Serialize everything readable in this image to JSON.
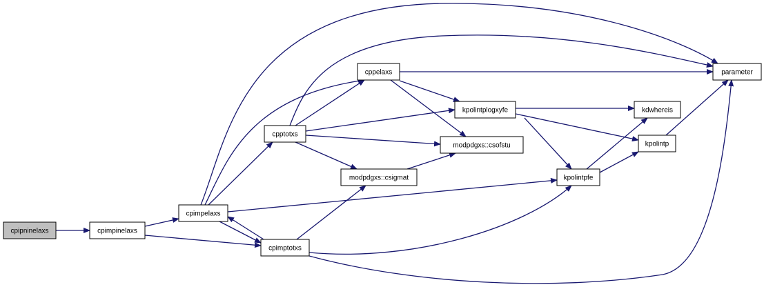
{
  "diagram": {
    "type": "call-graph",
    "colors": {
      "edge": "#191970",
      "root_fill": "#bfbfbf",
      "node_fill": "#ffffff",
      "border": "#000000"
    },
    "nodes": [
      {
        "id": "cpipninelaxs",
        "label": "cpipninelaxs",
        "root": true
      },
      {
        "id": "cpimpinelaxs",
        "label": "cpimpinelaxs"
      },
      {
        "id": "cpimpelaxs",
        "label": "cpimpelaxs"
      },
      {
        "id": "cpimptotxs",
        "label": "cpimptotxs"
      },
      {
        "id": "cpptotxs",
        "label": "cpptotxs"
      },
      {
        "id": "cppelaxs",
        "label": "cppelaxs"
      },
      {
        "id": "modpdgxs_csigmat",
        "label": "modpdgxs::csigmat"
      },
      {
        "id": "modpdgxs_csofstu",
        "label": "modpdgxs::csofstu"
      },
      {
        "id": "kpolintplogxyfe",
        "label": "kpolintplogxyfe"
      },
      {
        "id": "kpolintpfe",
        "label": "kpolintpfe"
      },
      {
        "id": "kdwhereis",
        "label": "kdwhereis"
      },
      {
        "id": "kpolintp",
        "label": "kpolintp"
      },
      {
        "id": "parameter",
        "label": "parameter"
      }
    ],
    "edges": [
      {
        "from": "cpipninelaxs",
        "to": "cpimpinelaxs"
      },
      {
        "from": "cpimpinelaxs",
        "to": "cpimpelaxs"
      },
      {
        "from": "cpimpinelaxs",
        "to": "cpimptotxs"
      },
      {
        "from": "cpimpelaxs",
        "to": "cpimptotxs"
      },
      {
        "from": "cpimptotxs",
        "to": "cpimpelaxs"
      },
      {
        "from": "cpimpelaxs",
        "to": "cpptotxs"
      },
      {
        "from": "cpimpelaxs",
        "to": "cppelaxs"
      },
      {
        "from": "cpimpelaxs",
        "to": "parameter"
      },
      {
        "from": "cpimpelaxs",
        "to": "kpolintpfe"
      },
      {
        "from": "cpimptotxs",
        "to": "modpdgxs_csigmat"
      },
      {
        "from": "cpimptotxs",
        "to": "kpolintpfe"
      },
      {
        "from": "cpimptotxs",
        "to": "parameter"
      },
      {
        "from": "cpptotxs",
        "to": "cppelaxs"
      },
      {
        "from": "cpptotxs",
        "to": "parameter"
      },
      {
        "from": "cpptotxs",
        "to": "kpolintplogxyfe"
      },
      {
        "from": "cpptotxs",
        "to": "modpdgxs_csofstu"
      },
      {
        "from": "cpptotxs",
        "to": "modpdgxs_csigmat"
      },
      {
        "from": "cppelaxs",
        "to": "parameter"
      },
      {
        "from": "cppelaxs",
        "to": "kpolintplogxyfe"
      },
      {
        "from": "cppelaxs",
        "to": "modpdgxs_csofstu"
      },
      {
        "from": "modpdgxs_csigmat",
        "to": "modpdgxs_csofstu"
      },
      {
        "from": "kpolintplogxyfe",
        "to": "kdwhereis"
      },
      {
        "from": "kpolintplogxyfe",
        "to": "kpolintp"
      },
      {
        "from": "kpolintplogxyfe",
        "to": "kpolintpfe"
      },
      {
        "from": "kpolintpfe",
        "to": "kdwhereis"
      },
      {
        "from": "kpolintpfe",
        "to": "kpolintp"
      },
      {
        "from": "kpolintp",
        "to": "parameter"
      }
    ]
  }
}
